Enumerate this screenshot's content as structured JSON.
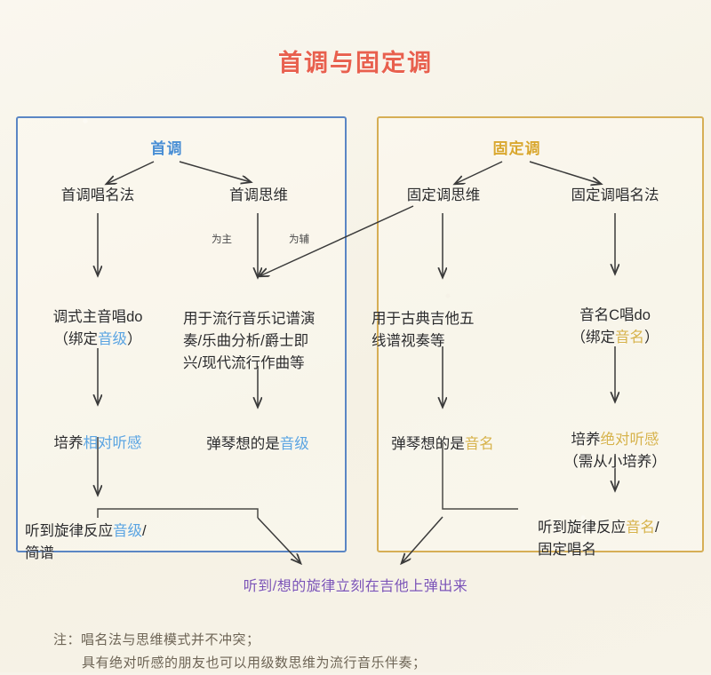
{
  "title": "首调与固定调",
  "colors": {
    "title": "#e8604e",
    "left_panel_border": "#5b86c4",
    "right_panel_border": "#d6ae55",
    "highlight_blue": "#5ba4e0",
    "highlight_gold": "#d6b24a",
    "bottom_note": "#7b53b5",
    "background": "#f7f4ea"
  },
  "left_panel": {
    "root": "首调",
    "branches": [
      {
        "id": "changmingfa",
        "label": "首调唱名法",
        "steps": [
          {
            "text_before": "调式主音唱do\n（绑定",
            "highlight": "音级",
            "text_after": "）"
          },
          {
            "text_before": "培养",
            "highlight": "相对听感",
            "text_after": ""
          },
          {
            "text_before": "听到旋律反应",
            "highlight": "音级",
            "text_after": "/\n简谱"
          }
        ]
      },
      {
        "id": "siwei",
        "label": "首调思维",
        "edge_labels": {
          "primary": "为主",
          "secondary": "为辅"
        },
        "steps": [
          {
            "text_before": "用于流行音乐记谱演\n奏/乐曲分析/爵士即\n兴/现代流行作曲等",
            "highlight": "",
            "text_after": ""
          },
          {
            "text_before": "弹琴想的是",
            "highlight": "音级",
            "text_after": ""
          }
        ]
      }
    ]
  },
  "right_panel": {
    "root": "固定调",
    "branches": [
      {
        "id": "guding-siwei",
        "label": "固定调思维",
        "steps": [
          {
            "text_before": "用于古典吉他五\n线谱视奏等",
            "highlight": "",
            "text_after": ""
          },
          {
            "text_before": "弹琴想的是",
            "highlight": "音名",
            "text_after": ""
          }
        ]
      },
      {
        "id": "guding-changmingfa",
        "label": "固定调唱名法",
        "steps": [
          {
            "text_before": "音名C唱do\n（绑定",
            "highlight": "音名",
            "text_after": "）"
          },
          {
            "text_before": "培养",
            "highlight": "绝对听感",
            "text_after": "\n（需从小培养）"
          },
          {
            "text_before": "听到旋律反应",
            "highlight": "音名",
            "text_after": "/\n固定唱名"
          }
        ]
      }
    ]
  },
  "conclusion": "听到/想的旋律立刻在吉他上弹出来",
  "footnotes": [
    "注：唱名法与思维模式并不冲突；",
    "具有绝对听感的朋友也可以用级数思维为流行音乐伴奏；"
  ]
}
